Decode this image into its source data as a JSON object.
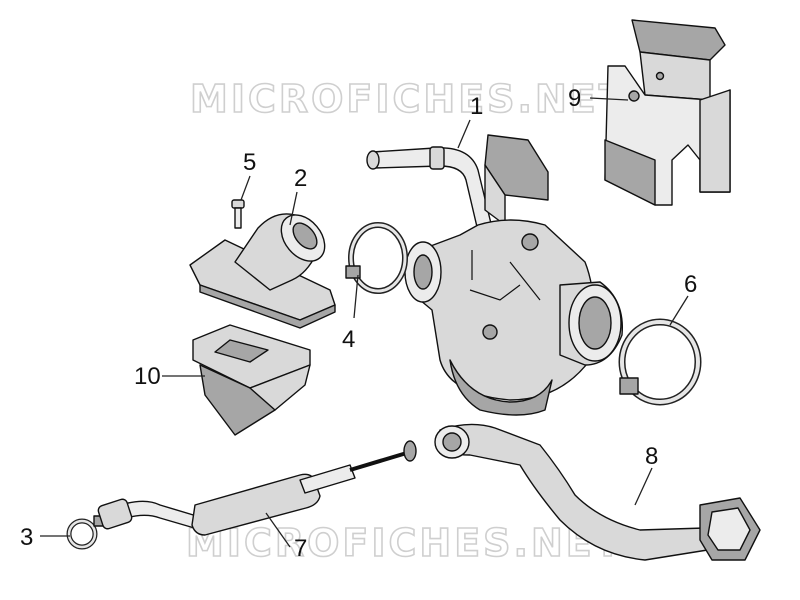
{
  "watermark": {
    "text": "MICROFICHES.NET"
  },
  "callouts": [
    {
      "id": "1",
      "label": "1",
      "part": "carburetor"
    },
    {
      "id": "2",
      "label": "2",
      "part": "intake-manifold"
    },
    {
      "id": "3",
      "label": "3",
      "part": "small-hose-clamp"
    },
    {
      "id": "4",
      "label": "4",
      "part": "hose-clamp"
    },
    {
      "id": "5",
      "label": "5",
      "part": "screw"
    },
    {
      "id": "6",
      "label": "6",
      "part": "hose-clamp"
    },
    {
      "id": "7",
      "label": "7",
      "part": "breather-pipe"
    },
    {
      "id": "8",
      "label": "8",
      "part": "air-intake-duct"
    },
    {
      "id": "9",
      "label": "9",
      "part": "heat-shield-block"
    },
    {
      "id": "10",
      "label": "10",
      "part": "reed-valve"
    }
  ],
  "colors": {
    "line": "#111111",
    "fill": "#d9d9d9",
    "shade": "#a6a6a6",
    "watermark": "#cfcfcf"
  }
}
